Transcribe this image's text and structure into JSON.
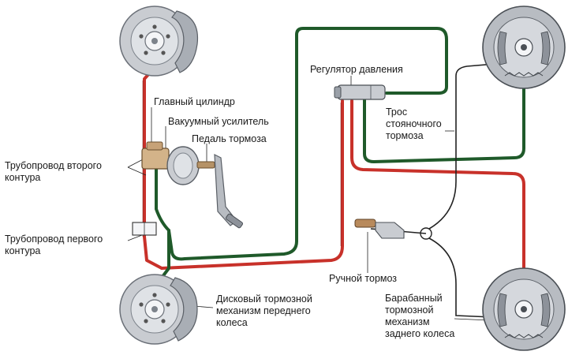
{
  "labels": {
    "master_cylinder": "Главный цилиндр",
    "vacuum_booster": "Вакуумный усилитель",
    "brake_pedal": "Педаль тормоза",
    "second_circuit_line1": "Трубопровод второго",
    "second_circuit_line2": "контура",
    "first_circuit_line1": "Трубопровод первого",
    "first_circuit_line2": "контура",
    "disc_brake_line1": "Дисковый тормозной",
    "disc_brake_line2": "механизм переднего",
    "disc_brake_line3": "колеса",
    "pressure_regulator": "Регулятор давления",
    "parking_cable_line1": "Трос",
    "parking_cable_line2": "стояночного",
    "parking_cable_line3": "тормоза",
    "hand_brake": "Ручной тормоз",
    "drum_brake_line1": "Барабанный",
    "drum_brake_line2": "тормозной",
    "drum_brake_line3": "механизм",
    "drum_brake_line4": "заднего колеса"
  },
  "colors": {
    "circuit_red": "#c8312a",
    "circuit_green": "#1f5a2a",
    "cable": "#222222",
    "metal": "#c9ccd1",
    "metal_dark": "#7d838b"
  }
}
